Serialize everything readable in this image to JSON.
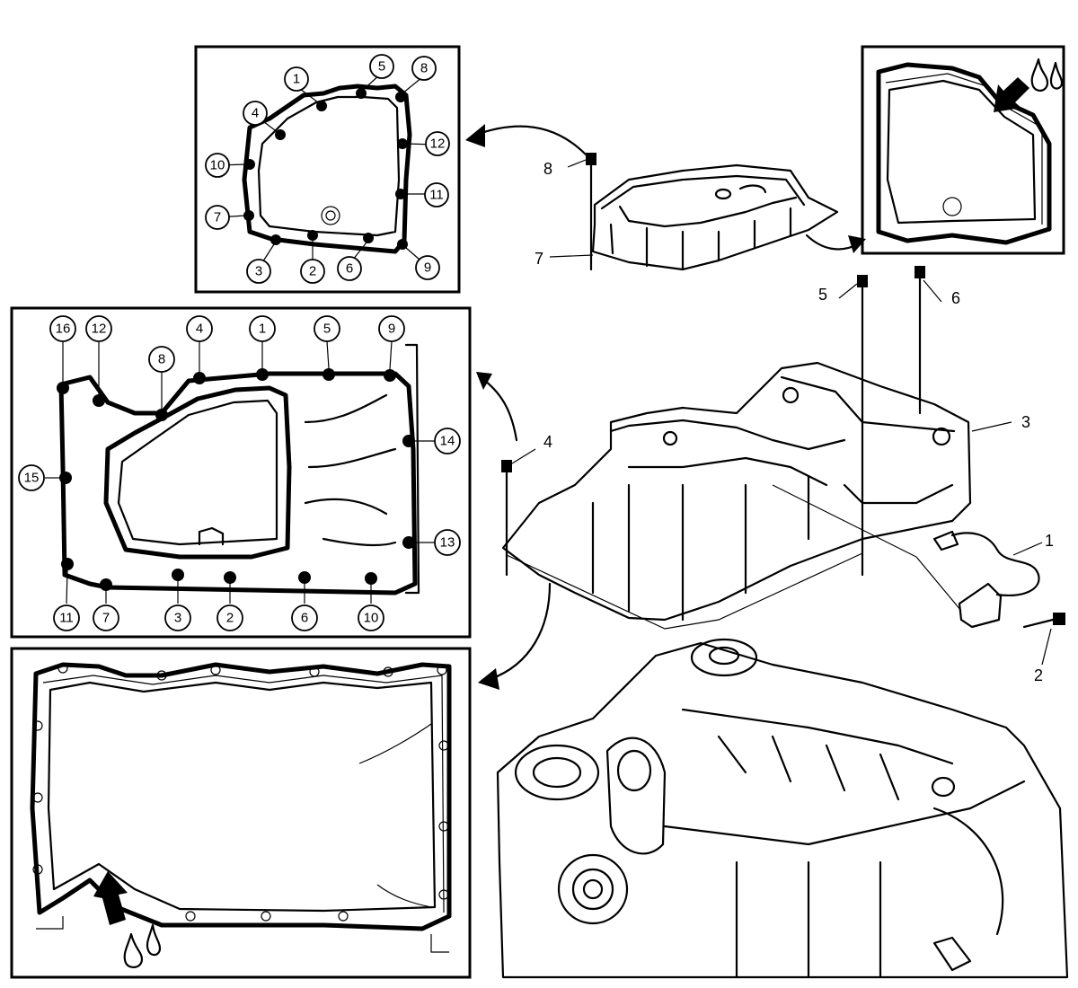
{
  "insets": {
    "upper_pan_sequence": {
      "callouts": [
        "1",
        "2",
        "3",
        "4",
        "5",
        "6",
        "7",
        "8",
        "9",
        "10",
        "11",
        "12"
      ]
    },
    "lower_pan_sequence": {
      "callouts": [
        "1",
        "2",
        "3",
        "4",
        "5",
        "6",
        "7",
        "8",
        "9",
        "10",
        "11",
        "12",
        "13",
        "14",
        "15",
        "16"
      ]
    }
  },
  "main_labels": {
    "upper_pan": {
      "bolt": "8",
      "gasket": "7"
    },
    "long_bolts": [
      "5",
      "6"
    ],
    "lower_pan_housing": "3",
    "lower_pan_bolt": "4",
    "sensor_harness": "1",
    "sensor_bolt": "2"
  }
}
